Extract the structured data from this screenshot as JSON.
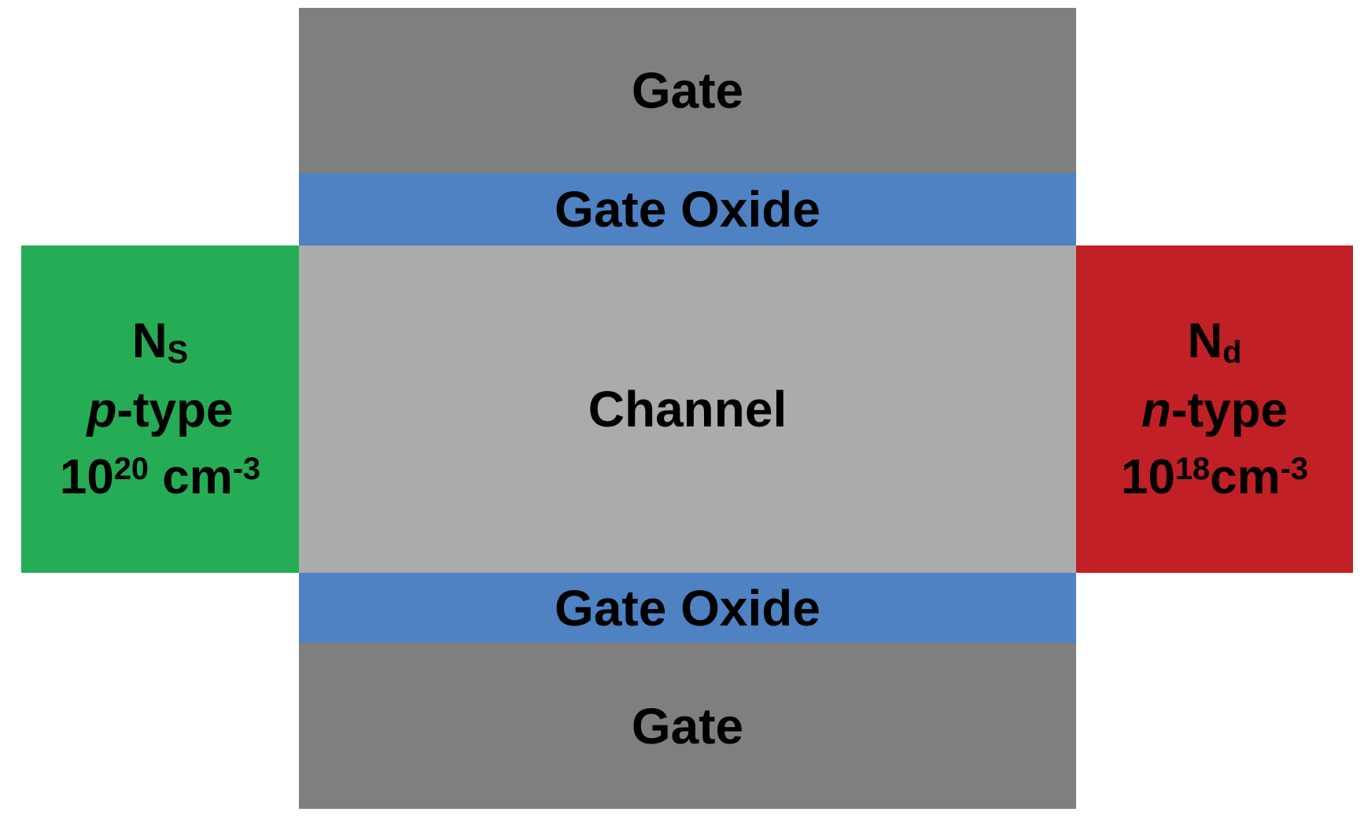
{
  "colors": {
    "gate": "#7F7F7F",
    "oxide": "#4E82C3",
    "channel": "#ABABAB",
    "source": "#25AC55",
    "drain": "#C02026"
  },
  "layers": {
    "gate_top": {
      "label": "Gate"
    },
    "oxide_top": {
      "label": "Gate Oxide"
    },
    "channel": {
      "label": "Channel"
    },
    "oxide_bottom": {
      "label": "Gate Oxide"
    },
    "gate_bottom": {
      "label": "Gate"
    }
  },
  "source_region": {
    "symbol_base": "N",
    "symbol_sub": "S",
    "dopant_italic": "p",
    "dopant_rest": "-type",
    "conc_base": "10",
    "conc_exp": "20",
    "conc_unit": " cm",
    "conc_unit_exp": "-3"
  },
  "drain_region": {
    "symbol_base": "N",
    "symbol_sub": "d",
    "dopant_italic": "n",
    "dopant_rest": "-type",
    "conc_base": "10",
    "conc_exp": "18",
    "conc_unit": "cm",
    "conc_unit_exp": "-3"
  }
}
